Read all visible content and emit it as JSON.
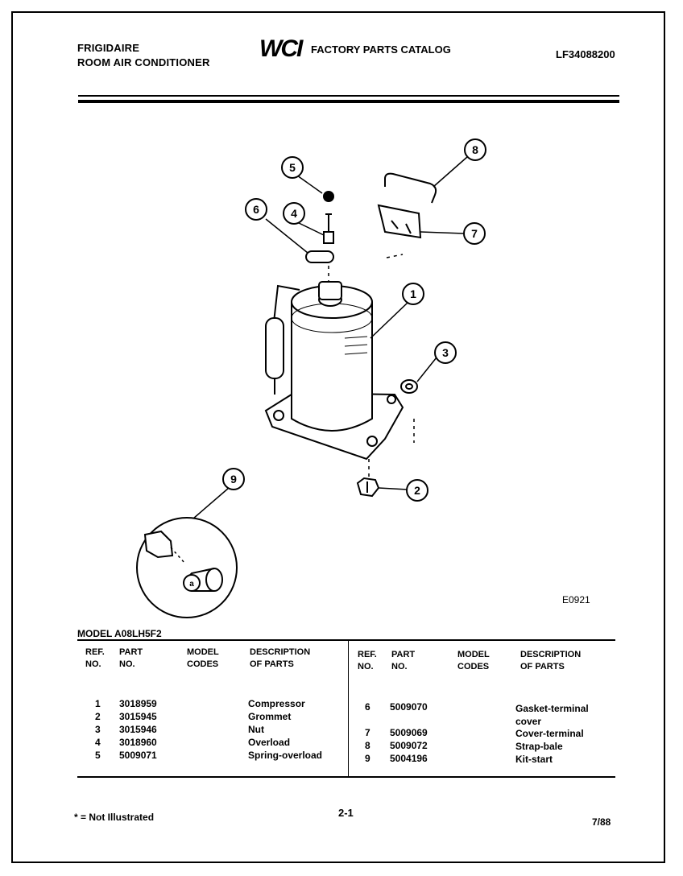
{
  "header": {
    "brand": "FRIGIDAIRE",
    "product": "ROOM AIR CONDITIONER",
    "logo": "WCI",
    "catalog_title": "FACTORY PARTS CATALOG",
    "catalog_number": "LF34088200"
  },
  "diagram": {
    "callouts": [
      "1",
      "2",
      "3",
      "4",
      "5",
      "6",
      "7",
      "8",
      "9"
    ],
    "detail_label": "a",
    "code": "E0921"
  },
  "model_label": "MODEL A08LH5F2",
  "table": {
    "headers": {
      "ref": [
        "REF.",
        "NO."
      ],
      "part": [
        "PART",
        "NO."
      ],
      "codes": [
        "MODEL",
        "CODES"
      ],
      "desc": [
        "DESCRIPTION",
        "OF PARTS"
      ]
    },
    "left_rows": [
      {
        "ref": "1",
        "part": "3018959",
        "desc": "Compressor"
      },
      {
        "ref": "2",
        "part": "3015945",
        "desc": "Grommet"
      },
      {
        "ref": "3",
        "part": "3015946",
        "desc": "Nut"
      },
      {
        "ref": "4",
        "part": "3018960",
        "desc": "Overload"
      },
      {
        "ref": "5",
        "part": "5009071",
        "desc": "Spring-overload"
      }
    ],
    "right_rows": [
      {
        "ref": "6",
        "part": "5009070",
        "desc": "Gasket-terminal",
        "desc2": "cover"
      },
      {
        "ref": "7",
        "part": "5009069",
        "desc": "Cover-terminal"
      },
      {
        "ref": "8",
        "part": "5009072",
        "desc": "Strap-bale"
      },
      {
        "ref": "9",
        "part": "5004196",
        "desc": "Kit-start"
      }
    ]
  },
  "footer": {
    "note": "* = Not Illustrated",
    "page": "2-1",
    "date": "7/88"
  }
}
